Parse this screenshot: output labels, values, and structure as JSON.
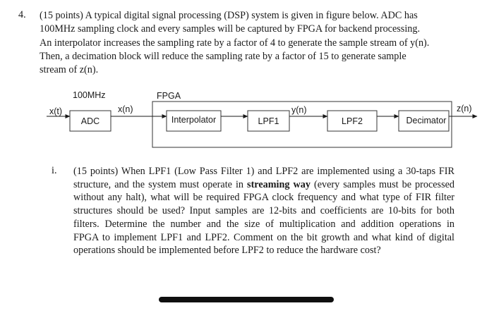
{
  "question": {
    "number": "4.",
    "lines": [
      "(15 points) A typical digital signal processing (DSP) system is given in figure below. ADC has",
      "100MHz sampling clock and every samples will be captured by FPGA for backend processing.",
      "An interpolator increases the sampling rate by a factor of 4 to generate the sample stream of y(n).",
      "Then, a decimation block will reduce the sampling rate by a factor of 15 to generate sample",
      "stream of z(n)."
    ]
  },
  "diagram": {
    "clock_label": "100MHz",
    "fpga_label": "FPGA",
    "input_signal": "x(t)",
    "adc_output": "x(n)",
    "lpf1_output": "y(n)",
    "output_signal": "z(n)",
    "blocks": {
      "adc": "ADC",
      "interpolator": "Interpolator",
      "lpf1": "LPF1",
      "lpf2": "LPF2",
      "decimator": "Decimator"
    }
  },
  "subquestion": {
    "number": "i.",
    "lines": [
      {
        "pre": "(15 points) When LPF1 (Low Pass Filter 1) and LPF2 are implemented using a 30-taps FIR"
      },
      {
        "pre": "structure, and the system must operate in ",
        "bold": "streaming way",
        "post": " (every samples must be processed"
      },
      {
        "pre": "without any halt), what will be required FPGA clock frequency and what type of FIR filter"
      },
      {
        "pre": "structures should be used? Input samples are 12-bits and coefficients are 10-bits for both"
      },
      {
        "pre": "filters. Determine the number and the size of multiplication and addition operations in"
      },
      {
        "pre": "FPGA to implement LPF1 and LPF2. Comment on the bit growth and what kind of digital"
      },
      {
        "pre": "operations should be implemented before LPF2 to reduce the hardware cost?"
      }
    ]
  }
}
